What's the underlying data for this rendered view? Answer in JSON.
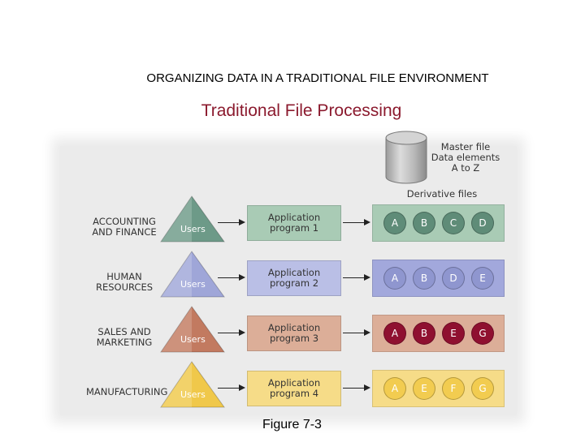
{
  "slide": {
    "heading": "ORGANIZING DATA IN A TRADITIONAL FILE ENVIRONMENT",
    "subheading": "Traditional File Processing",
    "caption": "Figure 7-3"
  },
  "diagram": {
    "master_file": {
      "line1": "Master file",
      "line2": "Data elements",
      "line3": "A to Z"
    },
    "derivative_label": "Derivative files",
    "users_label": "Users",
    "rows": [
      {
        "dept_line1": "ACCOUNTING",
        "dept_line2": "AND FINANCE",
        "app_line1": "Application",
        "app_line2": "program 1",
        "elements": [
          "A",
          "B",
          "C",
          "D"
        ],
        "colors": {
          "triangle": "#6d9a88",
          "app_bg": "#a9cbb5",
          "file_bg": "#a9cbb5",
          "circle": "#5f8c78"
        }
      },
      {
        "dept_line1": "HUMAN",
        "dept_line2": "RESOURCES",
        "app_line1": "Application",
        "app_line2": "program 2",
        "elements": [
          "A",
          "B",
          "D",
          "E"
        ],
        "colors": {
          "triangle": "#9fa6d8",
          "app_bg": "#babfe6",
          "file_bg": "#a2a8dc",
          "circle": "#8f96cf"
        }
      },
      {
        "dept_line1": "SALES AND",
        "dept_line2": "MARKETING",
        "app_line1": "Application",
        "app_line2": "program 3",
        "elements": [
          "A",
          "B",
          "E",
          "G"
        ],
        "colors": {
          "triangle": "#c27a60",
          "app_bg": "#dcae98",
          "file_bg": "#dcae98",
          "circle": "#8f1030"
        }
      },
      {
        "dept_line1": "MANUFACTURING",
        "dept_line2": "",
        "app_line1": "Application",
        "app_line2": "program 4",
        "elements": [
          "A",
          "E",
          "F",
          "G"
        ],
        "colors": {
          "triangle": "#f0c84a",
          "app_bg": "#f6dc88",
          "file_bg": "#f6dc88",
          "circle": "#f2cc50"
        }
      }
    ]
  }
}
